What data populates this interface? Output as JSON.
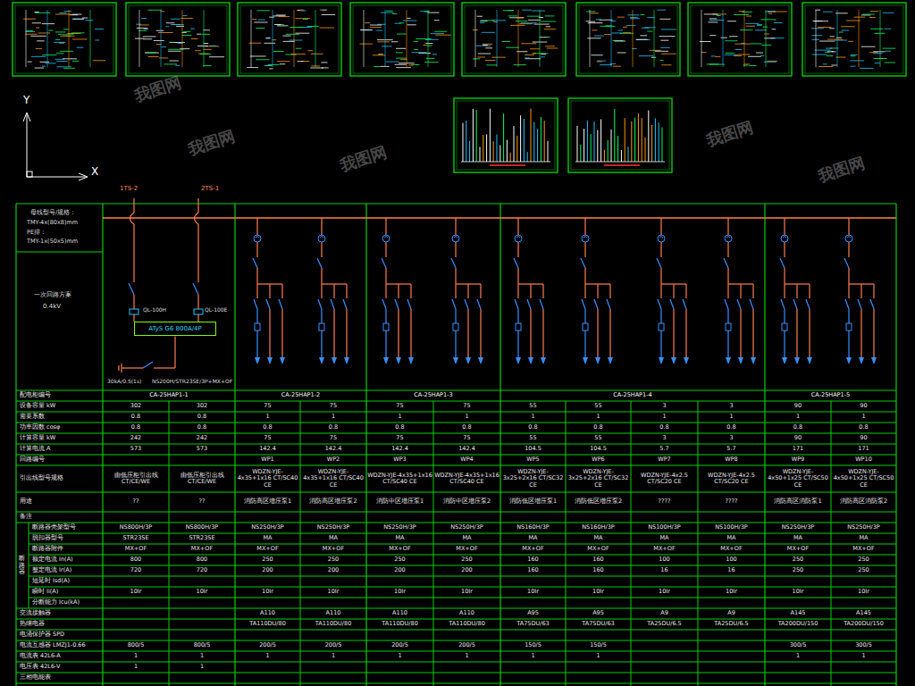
{
  "diagram": {
    "nodes": [
      {
        "text": [
          "ATyS G6 800A/4P"
        ]
      }
    ],
    "labels": [
      "Y",
      "X",
      "1TS-2",
      "2TS-1",
      "母线型号/规格：",
      "TMY-4x(80x8)mm",
      "PE排：",
      "TMY-1x(50x5)mm",
      "一次回路方案",
      "0.4kV",
      "QL-100H",
      "QL-100E",
      "30kA/0.5(1s)",
      "NS200H/STR23SE/3P+MX+OF",
      "断路器",
      "我图网",
      "我图网",
      "我图网",
      "我图网",
      "我图网",
      "配电柜编号",
      "CA-25HAP1-1",
      "CA-25HAP1-2",
      "CA-25HAP1-3",
      "CA-25HAP1-4",
      "CA-25HAP1-5",
      "设备容量 kW",
      "302",
      "302",
      "75",
      "75",
      "75",
      "75",
      "55",
      "55",
      "3",
      "3",
      "90",
      "90",
      "需要系数",
      "0.8",
      "0.8",
      "1",
      "1",
      "1",
      "1",
      "1",
      "1",
      "1",
      "1",
      "1",
      "1",
      "功率因数 cosφ",
      "0.8",
      "0.8",
      "0.8",
      "0.8",
      "0.8",
      "0.8",
      "0.8",
      "0.8",
      "0.8",
      "0.8",
      "0.8",
      "0.8",
      "计算容量 kW",
      "242",
      "242",
      "75",
      "75",
      "75",
      "75",
      "55",
      "55",
      "3",
      "3",
      "90",
      "90",
      "计算电流 A",
      "573",
      "573",
      "142.4",
      "142.4",
      "142.4",
      "142.4",
      "104.5",
      "104.5",
      "5.7",
      "5.7",
      "171",
      "171",
      "回路编号",
      "WP1",
      "WP2",
      "WP3",
      "WP4",
      "WP5",
      "WP6",
      "WP7",
      "WP8",
      "WP9",
      "WP10",
      "引出线型号规格",
      "由低压柜引出线 CT/CE/WE",
      "由低压柜引出线 CT/CE/WE",
      "WDZN-YJE-4x35+1x16 CT/SC40 CE",
      "WDZN-YJE-4x35+1x16 CT/SC40 CE",
      "WDZN-YJE-4x35+1x16 CT/SC40 CE",
      "WDZN-YJE-4x35+1x16 CT/SC40 CE",
      "WDZN-YJE-3x25+2x16 CT/SC32 CE",
      "WDZN-YJE-3x25+2x16 CT/SC32 CE",
      "WDZN-YJE-4x2.5 CT/SC20 CE",
      "WDZN-YJE-4x2.5 CT/SC20 CE",
      "WDZN-YJE-4x50+1x25 CT/SC50 CE",
      "WDZN-YJE-4x50+1x25 CT/SC50 CE",
      "用途",
      "??",
      "??",
      "消防高区增压泵1",
      "消防高区增压泵2",
      "消防中区增压泵1",
      "消防中区增压泵2",
      "消防低区增压泵1",
      "消防低区增压泵2",
      "????",
      "????",
      "消防高区消防泵1",
      "消防高区消防泵2",
      "备注",
      "断路器壳架型号",
      "NS800H/3P",
      "NS800H/3P",
      "NS250H/3P",
      "NS250H/3P",
      "NS250H/3P",
      "NS250H/3P",
      "NS160H/3P",
      "NS160H/3P",
      "NS100H/3P",
      "NS100H/3P",
      "NS250H/3P",
      "NS250H/3P",
      "脱扣器型号",
      "STR23SE",
      "STR23SE",
      "MA",
      "MA",
      "MA",
      "MA",
      "MA",
      "MA",
      "MA",
      "MA",
      "MA",
      "MA",
      "断路器附件",
      "MX+OF",
      "MX+OF",
      "MX+OF",
      "MX+OF",
      "MX+OF",
      "MX+OF",
      "MX+OF",
      "MX+OF",
      "MX+OF",
      "MX+OF",
      "MX+OF",
      "MX+OF",
      "额定电流 In(A)",
      "800",
      "800",
      "250",
      "250",
      "250",
      "250",
      "160",
      "160",
      "100",
      "100",
      "250",
      "250",
      "整定电流 Ir(A)",
      "720",
      "720",
      "200",
      "200",
      "200",
      "200",
      "160",
      "160",
      "16",
      "16",
      "250",
      "250",
      "短延时 Isd(A)",
      "瞬时 Ii(A)",
      "10Ir",
      "10Ir",
      "10Ir",
      "10Ir",
      "10Ir",
      "10Ir",
      "10Ir",
      "10Ir",
      "10Ir",
      "10Ir",
      "10Ir",
      "10Ir",
      "分断能力 Icu(kA)",
      "交流接触器",
      "A110",
      "A110",
      "A110",
      "A110",
      "A95",
      "A95",
      "A9",
      "A9",
      "A145",
      "A145",
      "热继电器",
      "TA110DU/80",
      "TA110DU/80",
      "TA110DU/80",
      "TA110DU/80",
      "TA75DU/63",
      "TA75DU/63",
      "TA25DU/6.5",
      "TA25DU/6.5",
      "TA200DU/150",
      "TA200DU/150",
      "电涌保护器 SPD",
      "电流互感器 LMZJ1-0.66",
      "800/5",
      "800/5",
      "200/5",
      "200/5",
      "200/5",
      "200/5",
      "150/5",
      "150/5",
      "300/5",
      "300/5",
      "电流表 42L6-A",
      "1",
      "1",
      "1",
      "1",
      "1",
      "1",
      "1",
      "1",
      "1",
      "1",
      "电压表 42L6-V",
      "1",
      "1",
      "三相电能表"
    ]
  }
}
